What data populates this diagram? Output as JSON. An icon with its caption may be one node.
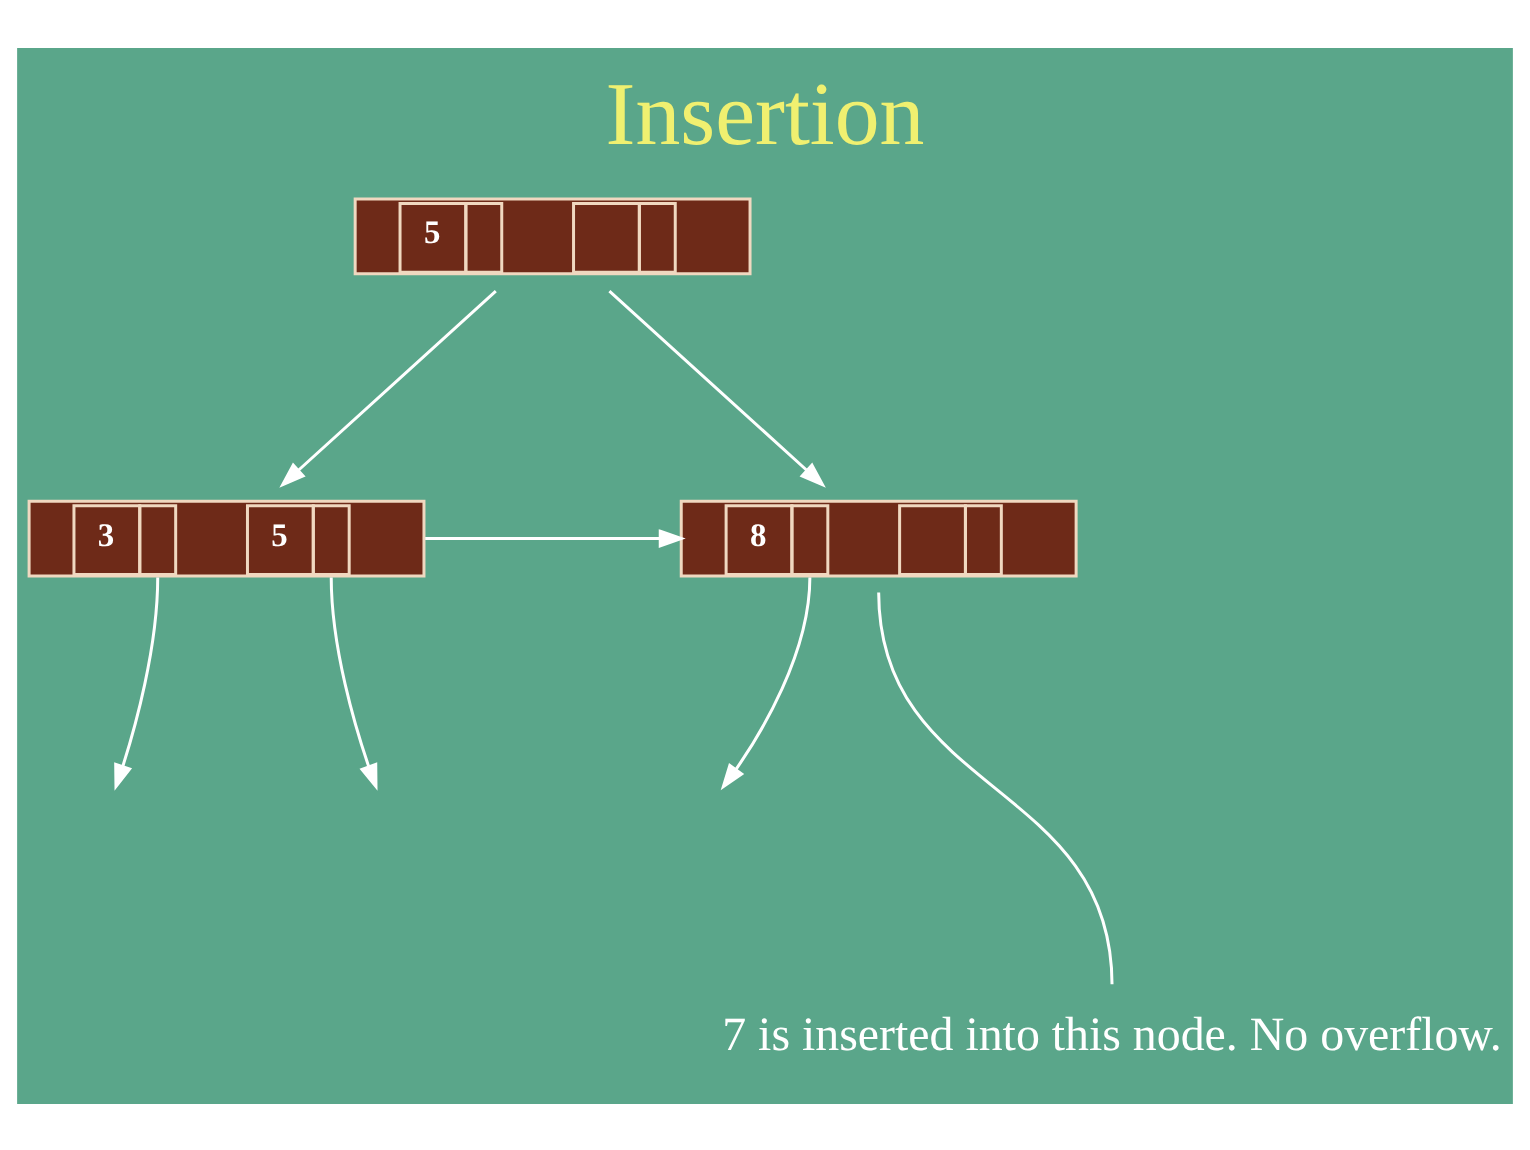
{
  "diagram": {
    "title": "Insertion",
    "nodes": [
      {
        "text": [
          "5"
        ]
      },
      {
        "text": [
          "3",
          "5"
        ]
      },
      {
        "text": [
          "8"
        ]
      },
      {
        "text": [
          "7 is inserted into this node. No overflow."
        ]
      }
    ],
    "edges": [
      {
        "from": 0,
        "to": 1,
        "arrow": "to"
      },
      {
        "from": 0,
        "to": 2,
        "arrow": "to"
      },
      {
        "from": 1,
        "to": 2,
        "arrow": "to"
      },
      {
        "from": 1,
        "to": null,
        "arrow": "to"
      },
      {
        "from": 1,
        "to": null,
        "arrow": "to"
      },
      {
        "from": 2,
        "to": null,
        "arrow": "to"
      },
      {
        "from": 3,
        "to": 2,
        "arrow": "none"
      }
    ]
  }
}
